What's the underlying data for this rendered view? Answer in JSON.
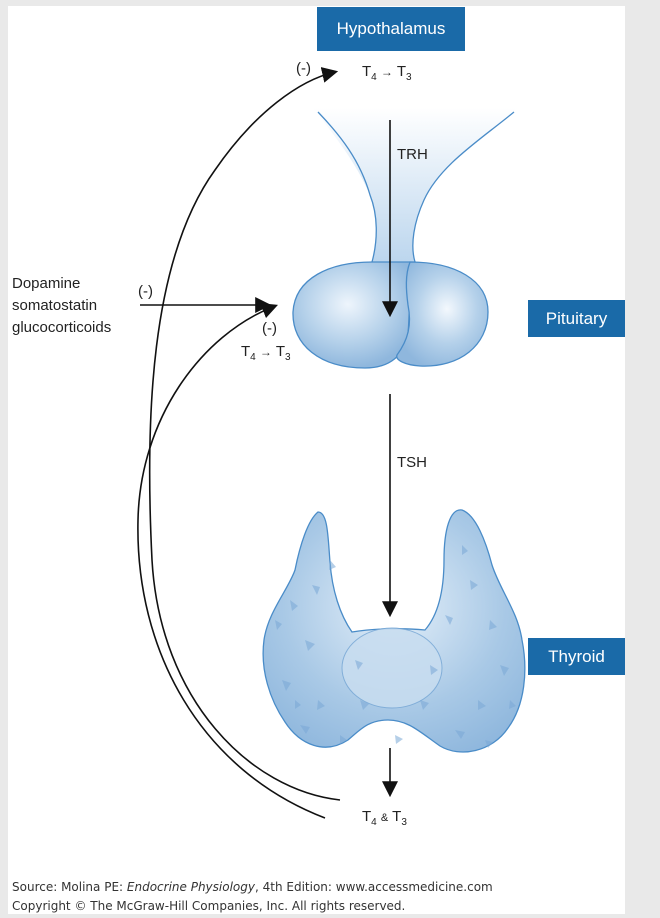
{
  "boxes": {
    "hypothalamus": "Hypothalamus",
    "pituitary": "Pituitary",
    "thyroid": "Thyroid"
  },
  "labels": {
    "trh": "TRH",
    "tsh": "TSH",
    "neg_top": "(-)",
    "neg_mid": "(-)",
    "neg_left": "(-)",
    "top_conv": {
      "a": "T",
      "a_sub": "4",
      "arrow": "→",
      "b": "T",
      "b_sub": "3"
    },
    "mid_conv": {
      "a": "T",
      "a_sub": "4",
      "arrow": "→",
      "b": "T",
      "b_sub": "3"
    },
    "bottom_hormones": {
      "a": "T",
      "a_sub": "4",
      "amp": "&",
      "b": "T",
      "b_sub": "3"
    },
    "inhibitors": [
      "Dopamine",
      "somatostatin",
      "glucocorticoids"
    ]
  },
  "source": {
    "prefix": "Source: Molina PE: ",
    "title": "Endocrine Physiology",
    "suffix": ", 4th Edition: www.accessmedicine.com",
    "copyright": "Copyright © The McGraw-Hill Companies, Inc. All rights reserved."
  },
  "colors": {
    "box": "#1a6aa8",
    "gland_fill": "#a9c9e6",
    "gland_stroke": "#4a8cc8"
  }
}
